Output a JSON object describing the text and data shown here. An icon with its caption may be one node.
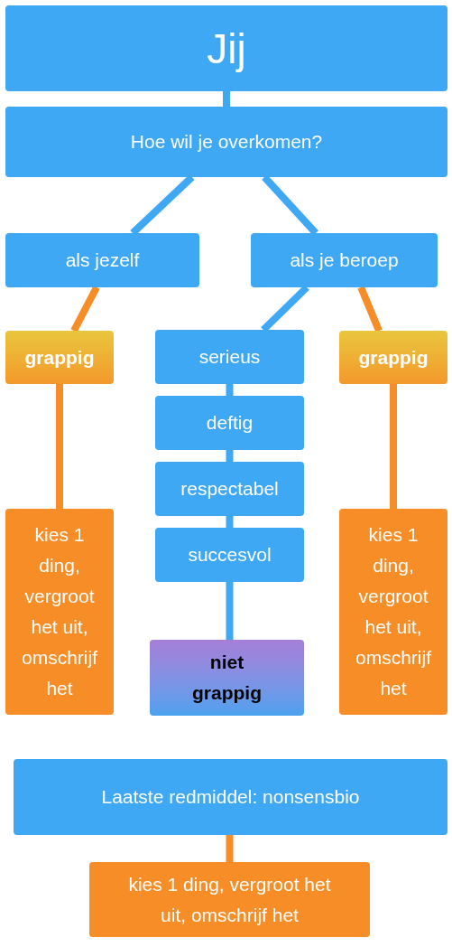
{
  "diagram": {
    "nodes": [
      {
        "text": [
          "Jij"
        ]
      },
      {
        "text": [
          "Hoe wil je overkomen?"
        ]
      },
      {
        "text": [
          "als jezelf"
        ]
      },
      {
        "text": [
          "als je beroep"
        ]
      },
      {
        "text": [
          "grappig"
        ]
      },
      {
        "text": [
          "serieus"
        ]
      },
      {
        "text": [
          "grappig"
        ]
      },
      {
        "text": [
          "deftig"
        ]
      },
      {
        "text": [
          "respectabel"
        ]
      },
      {
        "text": [
          "succesvol"
        ]
      },
      {
        "text": [
          "kies 1 ding, vergroot het uit, omschrijf het"
        ]
      },
      {
        "text": [
          "niet grappig"
        ]
      },
      {
        "text": [
          "kies 1 ding, vergroot het uit, omschrijf het"
        ]
      },
      {
        "text": [
          "Laatste redmiddel: nonsensbio"
        ]
      },
      {
        "text": [
          "kies 1 ding, vergroot het uit, omschrijf het"
        ]
      }
    ],
    "edges": [
      {
        "from": 0,
        "to": 1,
        "arrow": "none"
      },
      {
        "from": 1,
        "to": 2,
        "arrow": "none"
      },
      {
        "from": 1,
        "to": 3,
        "arrow": "none"
      },
      {
        "from": 2,
        "to": 4,
        "arrow": "none",
        "color": "#f68d26"
      },
      {
        "from": 3,
        "to": 5,
        "arrow": "none"
      },
      {
        "from": 3,
        "to": 6,
        "arrow": "none",
        "color": "#f68d26"
      },
      {
        "from": 4,
        "to": 10,
        "arrow": "none",
        "color": "#f68d26"
      },
      {
        "from": 5,
        "to": 7,
        "arrow": "none"
      },
      {
        "from": 6,
        "to": 12,
        "arrow": "none",
        "color": "#f68d26"
      },
      {
        "from": 7,
        "to": 8,
        "arrow": "none"
      },
      {
        "from": 8,
        "to": 9,
        "arrow": "none"
      },
      {
        "from": 9,
        "to": 11,
        "arrow": "none"
      },
      {
        "from": 13,
        "to": 14,
        "arrow": "none",
        "color": "#f68d26"
      }
    ]
  }
}
